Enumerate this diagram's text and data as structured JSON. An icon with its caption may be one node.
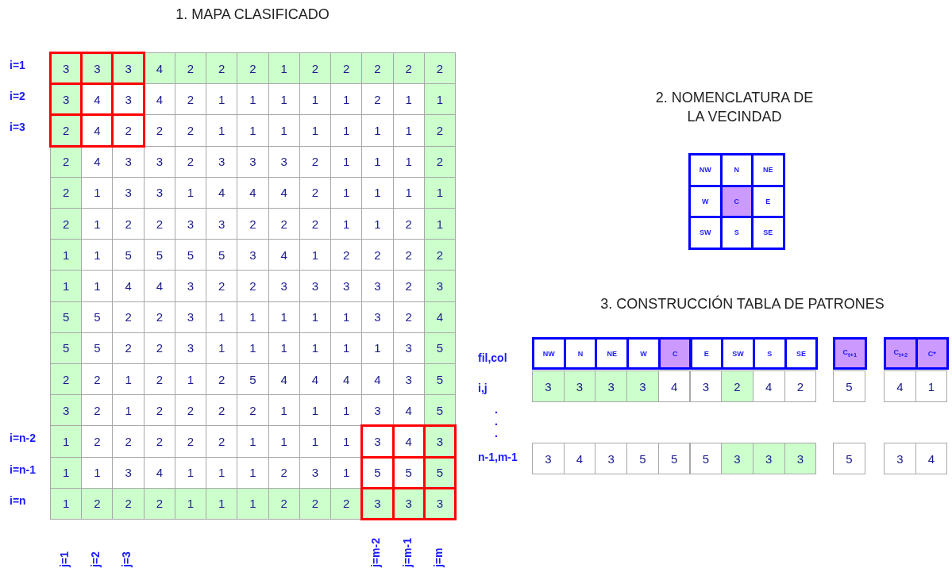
{
  "diagram": {
    "labels": [
      "1. MAPA CLASIFICADO",
      "i=1",
      "3",
      "3",
      "3",
      "4",
      "2",
      "2",
      "2",
      "1",
      "2",
      "2",
      "2",
      "2",
      "2",
      "i=2",
      "3",
      "4",
      "3",
      "4",
      "2",
      "1",
      "1",
      "1",
      "1",
      "1",
      "2",
      "1",
      "1",
      "i=3",
      "2",
      "4",
      "2",
      "2",
      "2",
      "1",
      "1",
      "1",
      "1",
      "1",
      "1",
      "1",
      "2",
      "2",
      "4",
      "3",
      "3",
      "2",
      "3",
      "3",
      "3",
      "2",
      "1",
      "1",
      "1",
      "2",
      "2",
      "1",
      "3",
      "3",
      "1",
      "4",
      "4",
      "4",
      "2",
      "1",
      "1",
      "1",
      "1",
      "2",
      "1",
      "2",
      "2",
      "3",
      "3",
      "2",
      "2",
      "2",
      "1",
      "1",
      "2",
      "1",
      "1",
      "1",
      "5",
      "5",
      "5",
      "5",
      "3",
      "4",
      "1",
      "2",
      "2",
      "2",
      "2",
      "1",
      "1",
      "4",
      "4",
      "3",
      "2",
      "2",
      "3",
      "3",
      "3",
      "3",
      "2",
      "3",
      "5",
      "5",
      "2",
      "2",
      "3",
      "1",
      "1",
      "1",
      "1",
      "1",
      "3",
      "2",
      "4",
      "5",
      "5",
      "2",
      "2",
      "3",
      "1",
      "1",
      "1",
      "1",
      "1",
      "1",
      "3",
      "5",
      "2",
      "2",
      "1",
      "2",
      "1",
      "2",
      "5",
      "4",
      "4",
      "4",
      "4",
      "3",
      "5",
      "3",
      "2",
      "1",
      "2",
      "2",
      "2",
      "2",
      "1",
      "1",
      "1",
      "3",
      "4",
      "5",
      "i=n-2",
      "1",
      "2",
      "2",
      "2",
      "2",
      "2",
      "1",
      "1",
      "1",
      "1",
      "3",
      "4",
      "3",
      "i=n-1",
      "1",
      "1",
      "3",
      "4",
      "1",
      "1",
      "1",
      "2",
      "3",
      "1",
      "5",
      "5",
      "5",
      "i=n",
      "1",
      "2",
      "2",
      "2",
      "1",
      "1",
      "1",
      "2",
      "2",
      "2",
      "3",
      "3",
      "3",
      "j=1",
      "j=2",
      "j=3",
      "j=m-2",
      "j=m-1",
      "j=m",
      "2. NOMENCLATURA DE LA VECINDAD",
      "NW",
      "N",
      "NE",
      "W",
      "C",
      "E",
      "SW",
      "S",
      "SE",
      "3. CONSTRUCCIÓN TABLA DE PATRONES",
      "fil,col",
      "NW",
      "N",
      "NE",
      "W",
      "C",
      "E",
      "SW",
      "S",
      "SE",
      "C$_{t+1}$",
      "C$_{t+2}$",
      "C*",
      "i,j",
      "3",
      "3",
      "3",
      "3",
      "4",
      "3",
      "2",
      "4",
      "2",
      "5",
      "4",
      "1",
      ".",
      ".",
      ".",
      "n-1,m-1",
      "3",
      "4",
      "3",
      "5",
      "5",
      "5",
      "3",
      "3",
      "3",
      "5",
      "3",
      "4"
    ]
  }
}
